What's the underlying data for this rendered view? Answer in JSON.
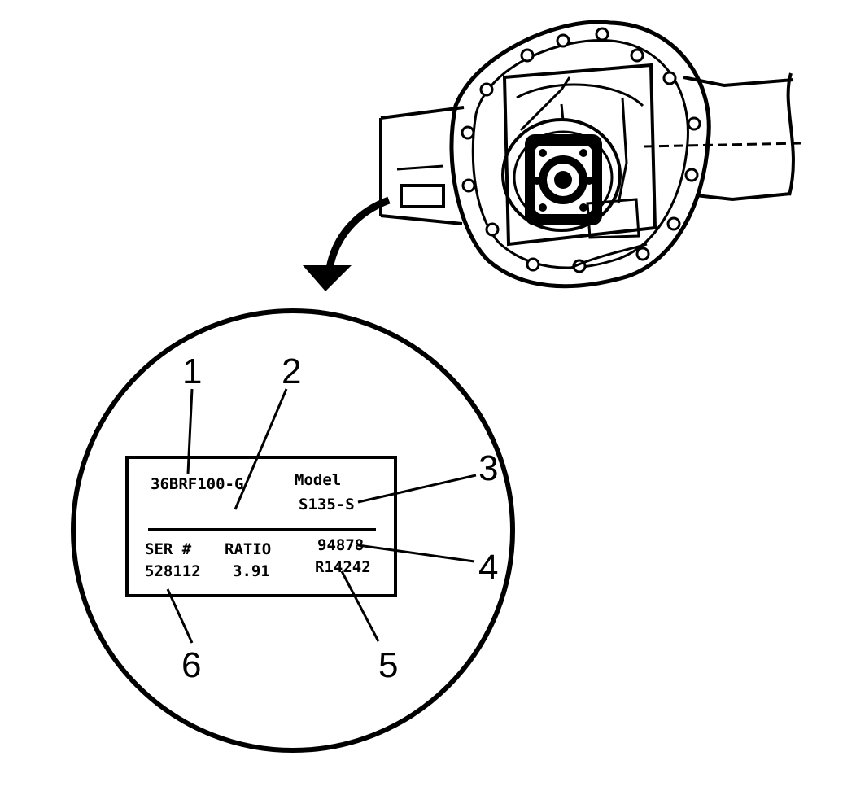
{
  "plate": {
    "part_number": "36BRF100-G",
    "model_label": "Model",
    "model_value": "S135-S",
    "ser_label": "SER #",
    "ser_value": "528112",
    "ratio_label": "RATIO",
    "ratio_value": "3.91",
    "code_top": "94878",
    "code_bottom": "R14242"
  },
  "callouts": [
    "1",
    "2",
    "3",
    "4",
    "5",
    "6"
  ],
  "colors": {
    "ink": "#000000",
    "paper": "#ffffff"
  }
}
